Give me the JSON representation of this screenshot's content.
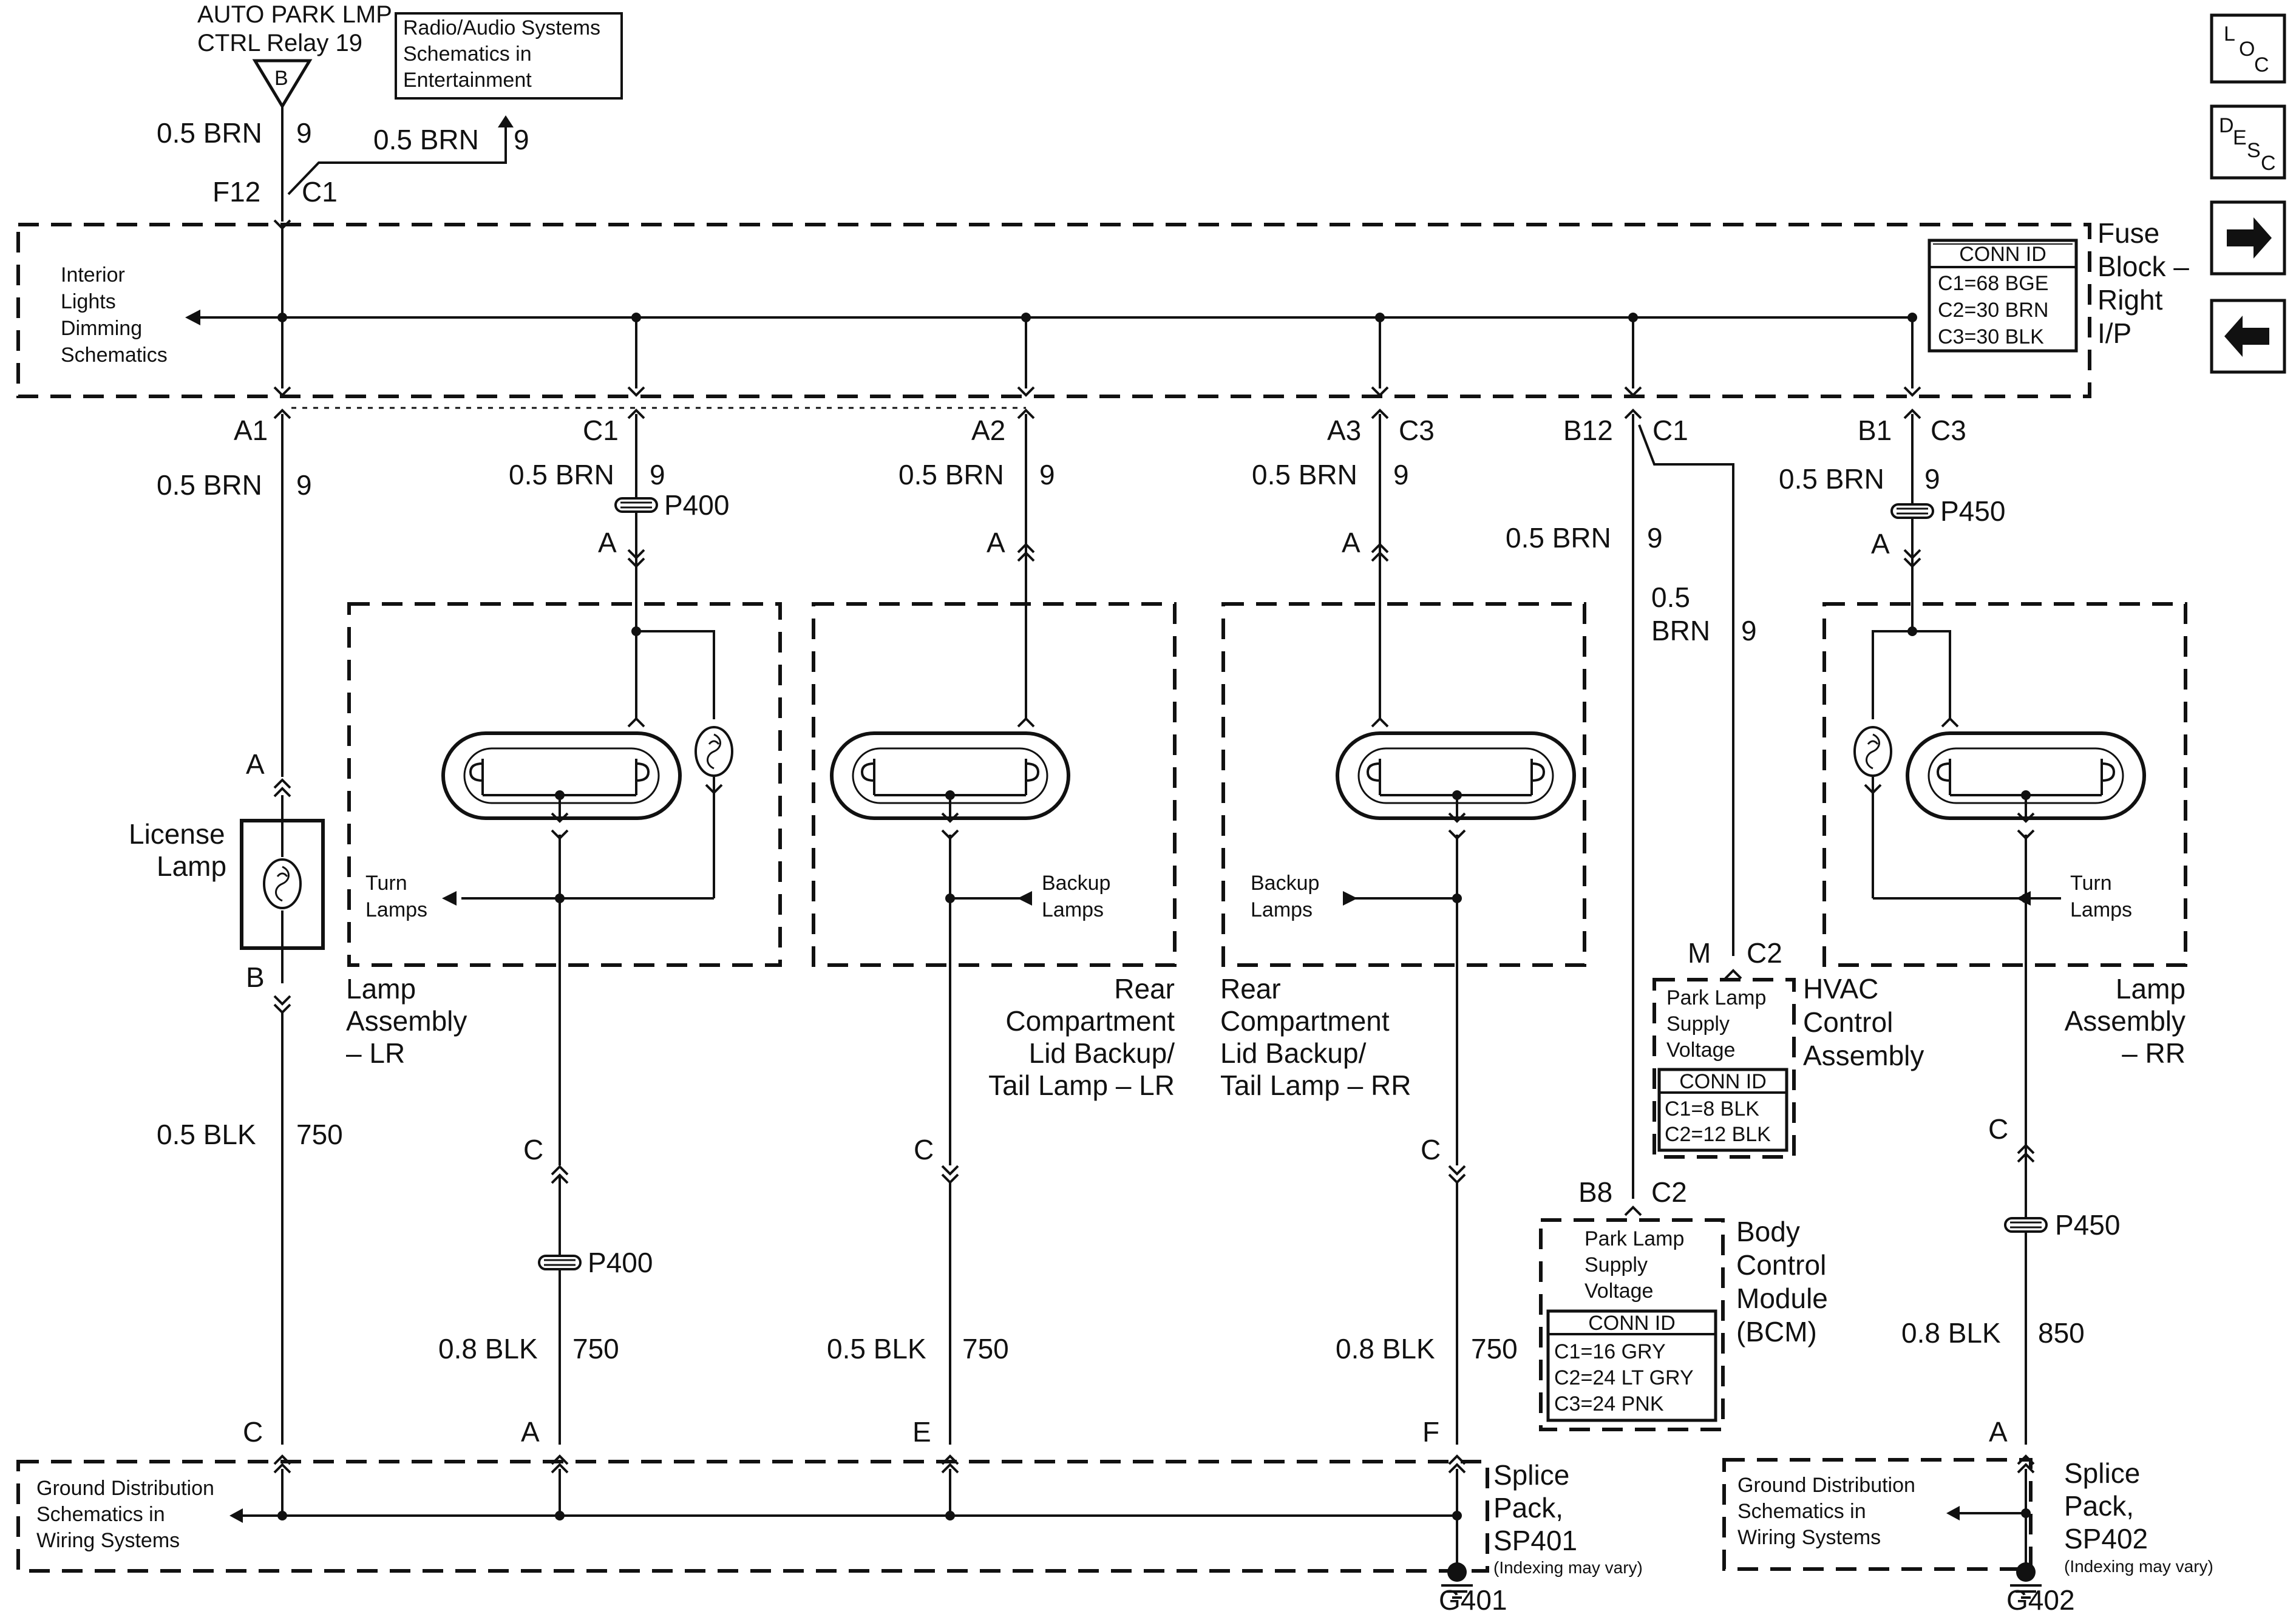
{
  "top": {
    "relay_line1": "AUTO PARK LMP",
    "relay_line2": "CTRL Relay 19",
    "relay_pin": "B",
    "radio_ref_line1": "Radio/Audio Systems",
    "radio_ref_line2": "Schematics in",
    "radio_ref_line3": "Entertainment",
    "wire_left_gauge": "0.5 BRN",
    "wire_left_circuit": "9",
    "wire_right_gauge": "0.5 BRN",
    "wire_right_circuit": "9",
    "fuse_pin": "F12",
    "fuse_conn": "C1"
  },
  "fuse_block": {
    "name_line1": "Fuse",
    "name_line2": "Block –",
    "name_line3": "Right",
    "name_line4": "I/P",
    "dimming_line1": "Interior",
    "dimming_line2": "Lights",
    "dimming_line3": "Dimming",
    "dimming_line4": "Schematics",
    "conn_header": "CONN ID",
    "conn_rows": [
      "C1=68 BGE",
      "C2=30 BRN",
      "C3=30 BLK"
    ]
  },
  "nav": {
    "loc": [
      "L",
      "O",
      "C"
    ],
    "desc": [
      "D",
      "E",
      "S",
      "C"
    ],
    "next": "→",
    "prev": "←"
  },
  "outputs": {
    "license": {
      "pin": "A1",
      "conn": "",
      "gauge": "0.5 BRN",
      "circuit": "9"
    },
    "lamp_lr": {
      "pin": "C1",
      "conn": "",
      "gauge": "0.5 BRN",
      "circuit": "9",
      "splice": "P400",
      "terminal": "A"
    },
    "rear_lr": {
      "pin": "A2",
      "conn": "",
      "gauge": "0.5 BRN",
      "circuit": "9",
      "terminal": "A"
    },
    "rear_rr": {
      "pin": "A3",
      "conn": "C3",
      "gauge": "0.5 BRN",
      "circuit": "9",
      "terminal": "A"
    },
    "bcm": {
      "pin": "B12",
      "conn": "C1",
      "gauge": "0.5 BRN",
      "circuit": "9",
      "hvac_gauge_1": "0.5",
      "hvac_gauge_2": "BRN",
      "hvac_circuit": "9"
    },
    "lamp_rr": {
      "pin": "B1",
      "conn": "C3",
      "gauge": "0.5 BRN",
      "circuit": "9",
      "splice": "P450",
      "terminal": "A"
    }
  },
  "license_lamp": {
    "name_line1": "License",
    "name_line2": "Lamp",
    "top_terminal": "A",
    "bottom_terminal": "B",
    "gauge": "0.5 BLK",
    "circuit": "750",
    "ground_terminal": "C"
  },
  "lamp_assembly_lr": {
    "name_line1": "Lamp",
    "name_line2": "Assembly",
    "name_line3": "– LR",
    "turn_line1": "Turn",
    "turn_line2": "Lamps",
    "bottom_terminal": "C",
    "splice": "P400",
    "gauge": "0.8 BLK",
    "circuit": "750",
    "ground_terminal": "A"
  },
  "rear_compartment_lr": {
    "name_line1": "Rear",
    "name_line2": "Compartment",
    "name_line3": "Lid Backup/",
    "name_line4": "Tail Lamp – LR",
    "backup_line1": "Backup",
    "backup_line2": "Lamps",
    "bottom_terminal": "C",
    "gauge": "0.5 BLK",
    "circuit": "750",
    "ground_terminal": "E"
  },
  "rear_compartment_rr": {
    "name_line1": "Rear",
    "name_line2": "Compartment",
    "name_line3": "Lid Backup/",
    "name_line4": "Tail Lamp – RR",
    "backup_line1": "Backup",
    "backup_line2": "Lamps",
    "bottom_terminal": "C",
    "gauge": "0.8 BLK",
    "circuit": "750",
    "ground_terminal": "F"
  },
  "hvac": {
    "pin": "M",
    "conn": "C2",
    "supply_line1": "Park Lamp",
    "supply_line2": "Supply",
    "supply_line3": "Voltage",
    "conn_header": "CONN ID",
    "conn_rows": [
      "C1=8 BLK",
      "C2=12 BLK"
    ],
    "name_line1": "HVAC",
    "name_line2": "Control",
    "name_line3": "Assembly"
  },
  "bcm": {
    "pin": "B8",
    "conn": "C2",
    "supply_line1": "Park Lamp",
    "supply_line2": "Supply",
    "supply_line3": "Voltage",
    "conn_header": "CONN ID",
    "conn_rows": [
      "C1=16 GRY",
      "C2=24 LT GRY",
      "C3=24 PNK"
    ],
    "name_line1": "Body",
    "name_line2": "Control",
    "name_line3": "Module",
    "name_line4": "(BCM)"
  },
  "lamp_assembly_rr": {
    "name_line1": "Lamp",
    "name_line2": "Assembly",
    "name_line3": "– RR",
    "turn_line1": "Turn",
    "turn_line2": "Lamps",
    "bottom_terminal": "C",
    "splice": "P450",
    "gauge": "0.8 BLK",
    "circuit": "850",
    "ground_terminal": "A"
  },
  "splice_sp401": {
    "gd_line1": "Ground Distribution",
    "gd_line2": "Schematics in",
    "gd_line3": "Wiring Systems",
    "name_line1": "Splice",
    "name_line2": "Pack,",
    "name_line3": "SP401",
    "note": "(Indexing may vary)",
    "ground": "G401"
  },
  "splice_sp402": {
    "gd_line1": "Ground Distribution",
    "gd_line2": "Schematics in",
    "gd_line3": "Wiring Systems",
    "name_line1": "Splice",
    "name_line2": "Pack,",
    "name_line3": "SP402",
    "note": "(Indexing may vary)",
    "ground": "G402"
  }
}
